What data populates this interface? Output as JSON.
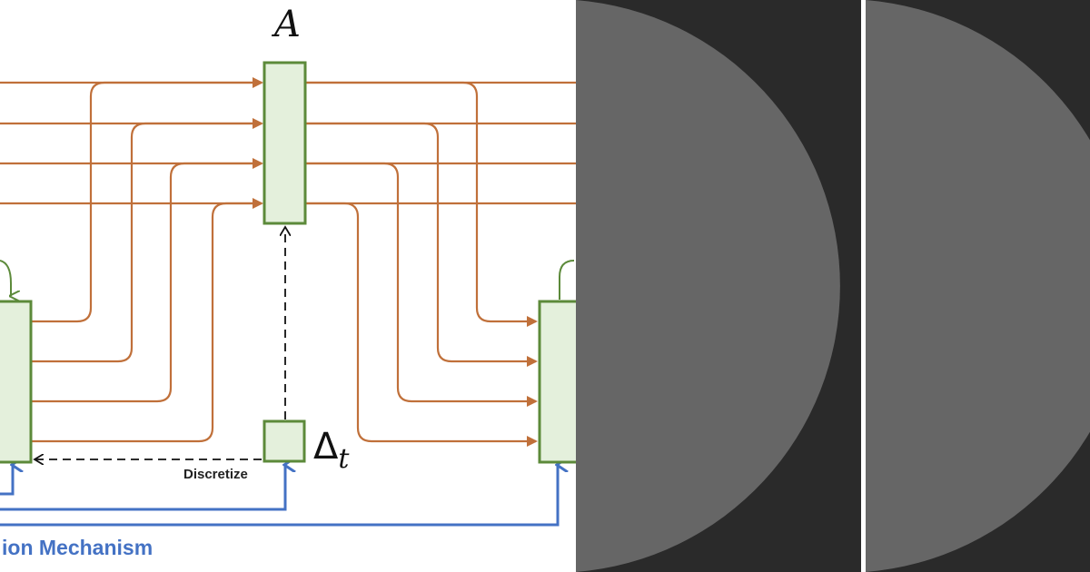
{
  "diagram": {
    "matrix_label": "A",
    "delta_symbol": "Δ",
    "delta_subscript": "t",
    "discretize_label": "Discretize",
    "mechanism_label": "ion Mechanism"
  },
  "colors": {
    "orange": "#c0703a",
    "green_stroke": "#5c8a3a",
    "green_fill": "#e4f0dc",
    "blue": "#4472c4",
    "dark_panel": "#2a2a2a",
    "gray_semicircle": "#666666",
    "divider": "#ffffff"
  }
}
